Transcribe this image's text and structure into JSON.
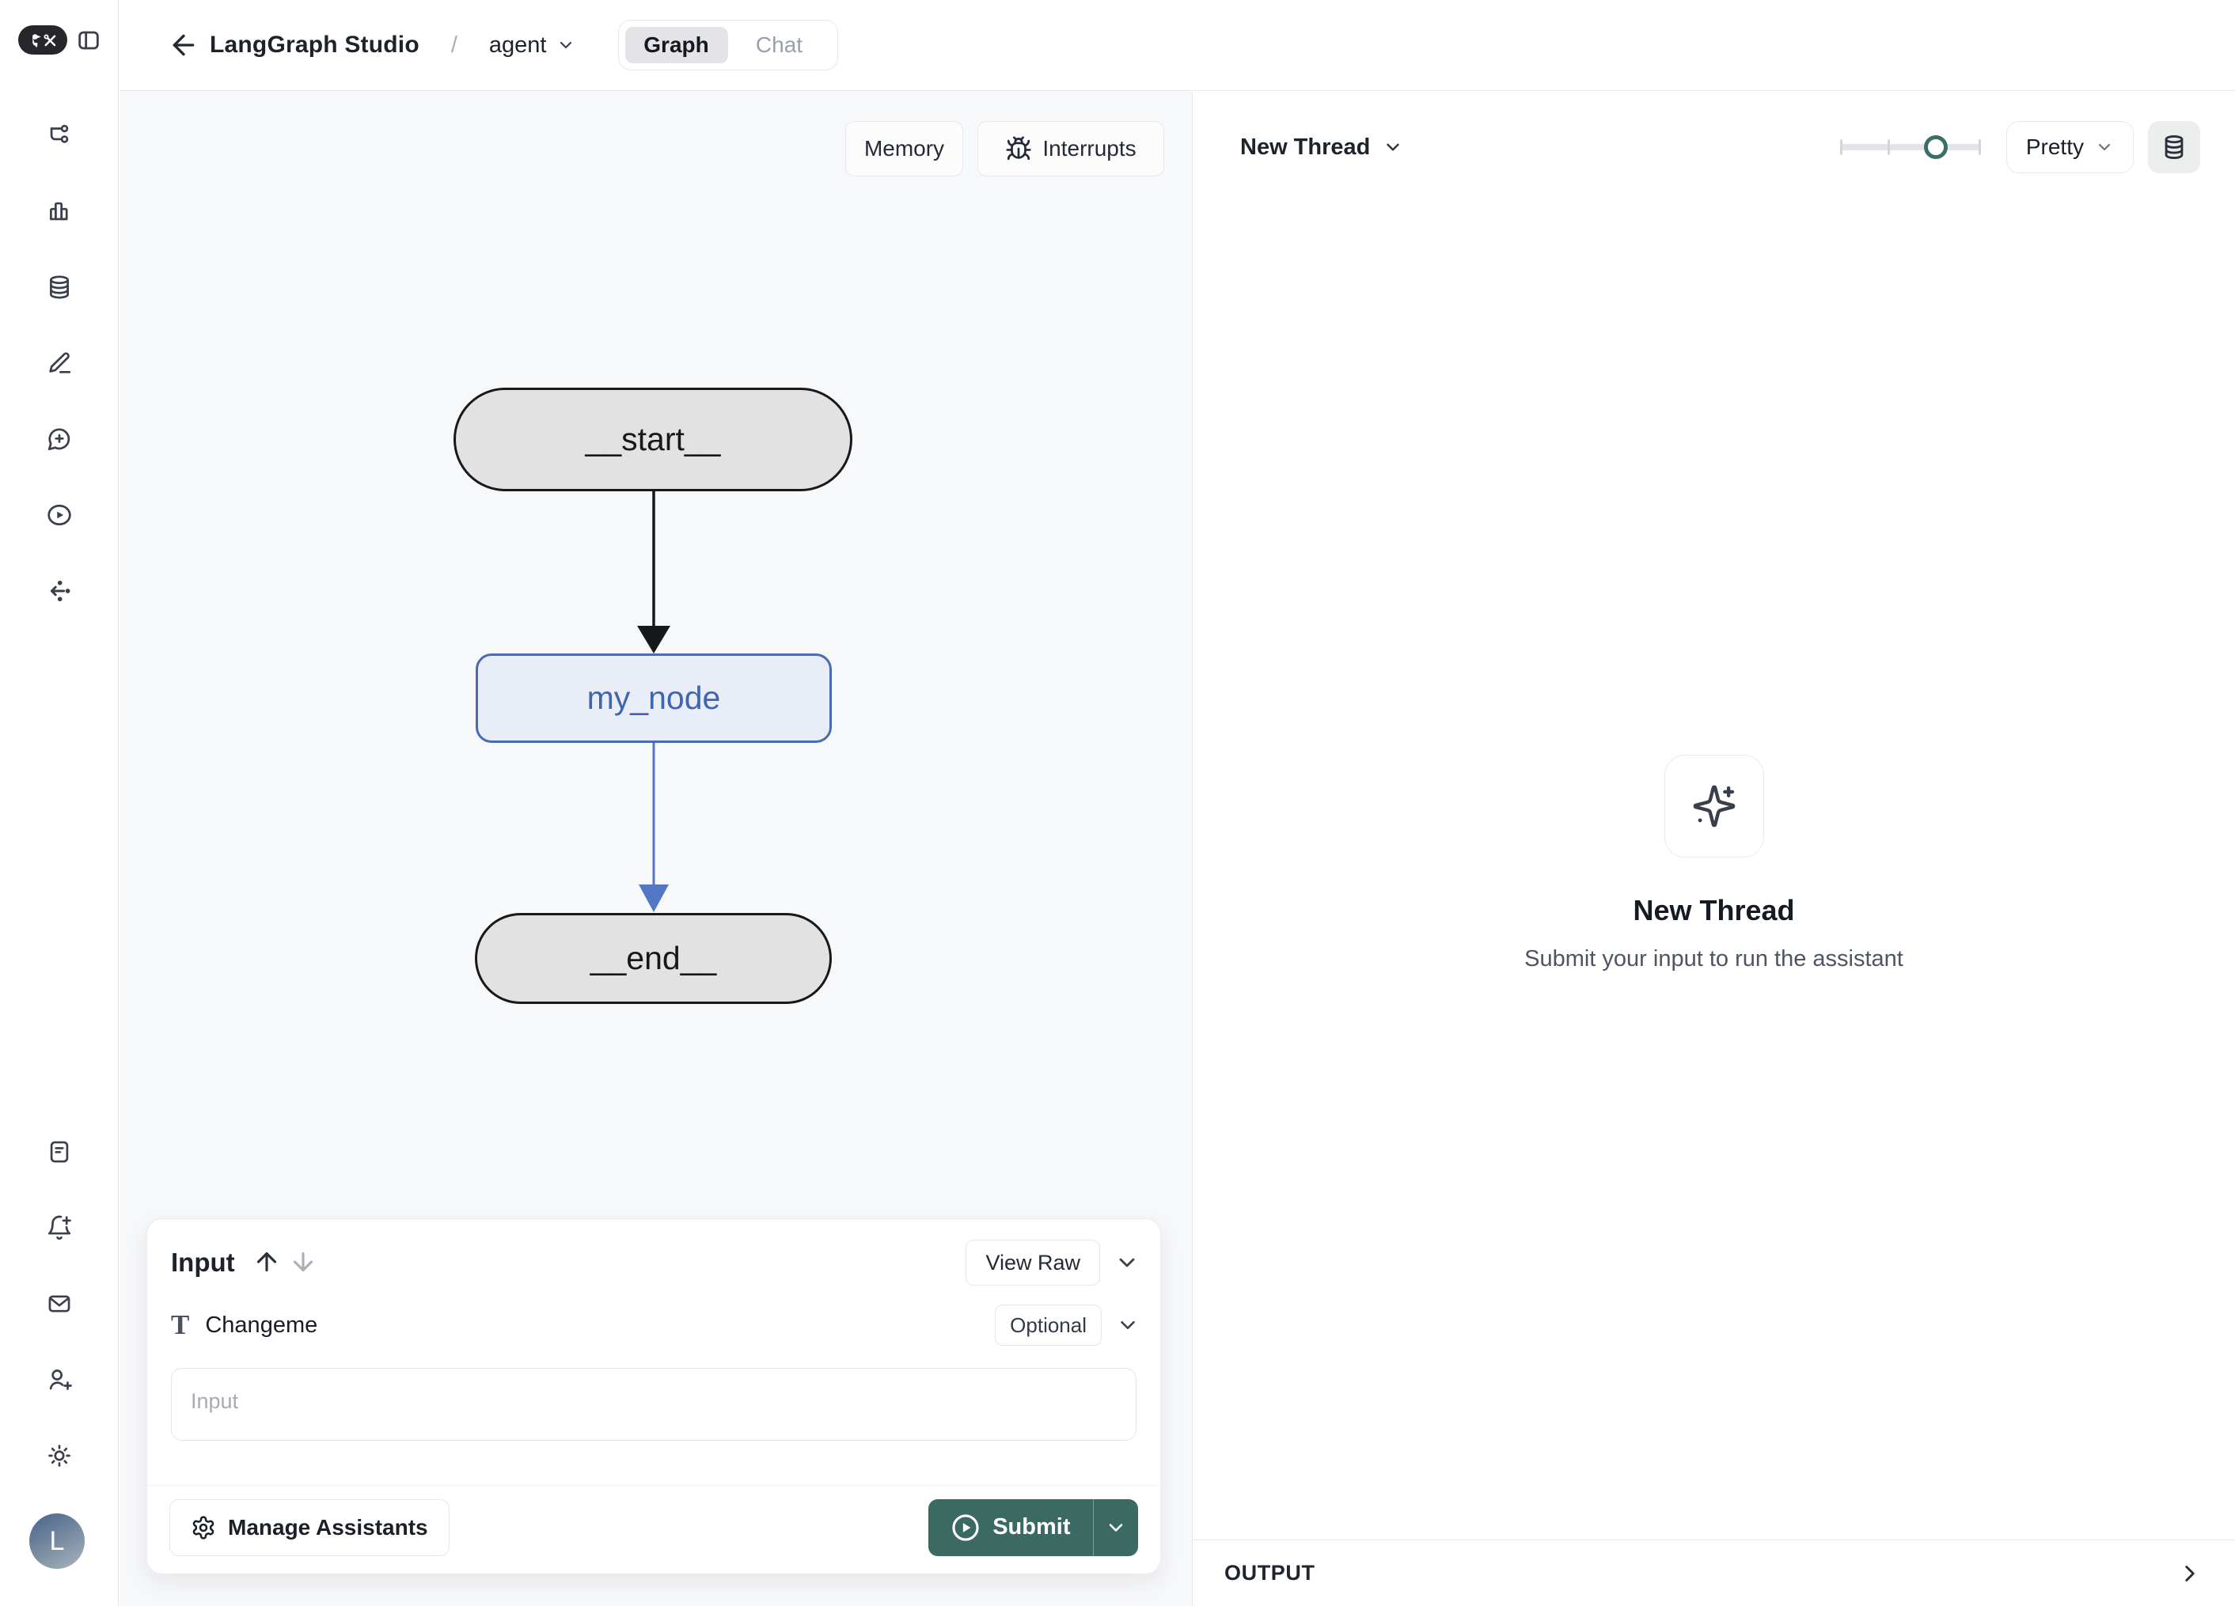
{
  "header": {
    "app_title": "LangGraph Studio",
    "breadcrumb_separator": "/",
    "agent_selector": "agent",
    "tabs": {
      "graph": "Graph",
      "chat": "Chat"
    }
  },
  "canvas": {
    "memory_button": "Memory",
    "interrupts_button": "Interrupts",
    "nodes": {
      "start": "__start__",
      "middle": "my_node",
      "end": "__end__"
    }
  },
  "input_panel": {
    "title": "Input",
    "view_raw_button": "View Raw",
    "field": {
      "label": "Changeme",
      "type_icon": "T",
      "optional_badge": "Optional",
      "placeholder": "Input",
      "value": ""
    },
    "manage_assistants_button": "Manage Assistants",
    "submit_button": "Submit"
  },
  "thread_panel": {
    "title": "New Thread",
    "render_mode": "Pretty",
    "empty_state": {
      "title": "New Thread",
      "subtitle": "Submit your input to run the assistant"
    },
    "output_label": "OUTPUT"
  },
  "sidebar": {
    "avatar_initial": "L",
    "top_icons": [
      "workflow-icon",
      "bar-chart-icon",
      "database-icon",
      "edit-icon",
      "new-chat-icon",
      "play-circle-icon",
      "trace-route-icon"
    ],
    "bottom_icons": [
      "notes-icon",
      "bell-plus-icon",
      "mail-icon",
      "add-user-icon",
      "theme-icon"
    ]
  },
  "colors": {
    "accent_teal": "#3b6a63",
    "canvas_bg": "#f7f8fa",
    "node_gray_fill": "#e2e2e3",
    "node_blue_fill": "#e9edf7",
    "node_blue_border": "#4a6bb2",
    "edge_blue": "#5377c5"
  }
}
